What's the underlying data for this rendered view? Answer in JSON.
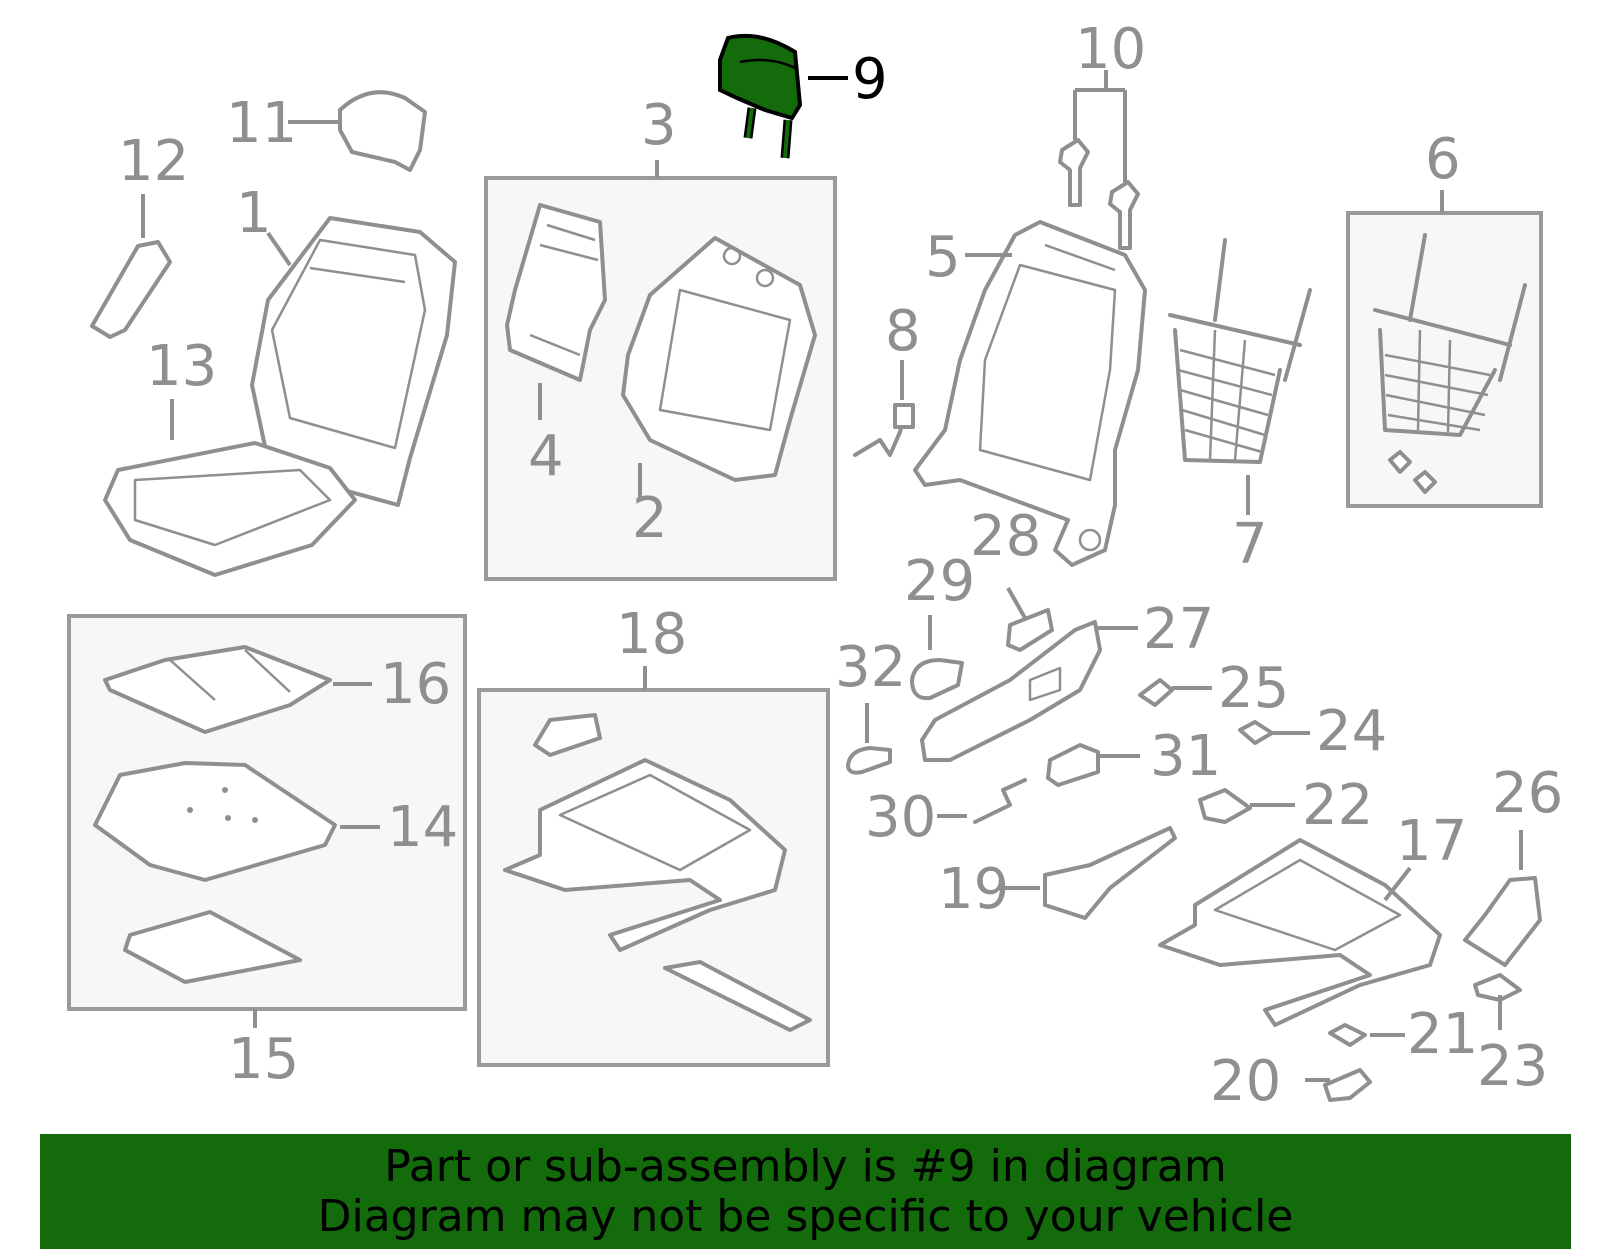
{
  "callouts": [
    {
      "n": "1"
    },
    {
      "n": "2"
    },
    {
      "n": "3"
    },
    {
      "n": "4"
    },
    {
      "n": "5"
    },
    {
      "n": "6"
    },
    {
      "n": "7"
    },
    {
      "n": "8"
    },
    {
      "n": "9"
    },
    {
      "n": "10"
    },
    {
      "n": "11"
    },
    {
      "n": "12"
    },
    {
      "n": "13"
    },
    {
      "n": "14"
    },
    {
      "n": "15"
    },
    {
      "n": "16"
    },
    {
      "n": "17"
    },
    {
      "n": "18"
    },
    {
      "n": "19"
    },
    {
      "n": "20"
    },
    {
      "n": "21"
    },
    {
      "n": "22"
    },
    {
      "n": "23"
    },
    {
      "n": "24"
    },
    {
      "n": "25"
    },
    {
      "n": "26"
    },
    {
      "n": "27"
    },
    {
      "n": "28"
    },
    {
      "n": "29"
    },
    {
      "n": "30"
    },
    {
      "n": "31"
    },
    {
      "n": "32"
    }
  ],
  "highlighted_part": "9",
  "highlight_color": "#136b0c",
  "banner": {
    "line1": "Part or sub-assembly is #9 in diagram",
    "line2": "Diagram may not be specific to your vehicle"
  }
}
